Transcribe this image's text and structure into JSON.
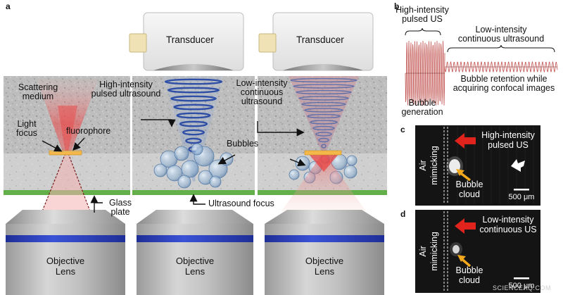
{
  "panels": {
    "a": "a",
    "b": "b",
    "c": "c",
    "d": "d"
  },
  "panel_a": {
    "transducer_left": "Transducer",
    "transducer_right": "Transducer",
    "scattering_medium": [
      "Scattering",
      "medium"
    ],
    "light_focus": [
      "Light",
      "focus"
    ],
    "fluorophore": "fluorophore",
    "glass_plate": [
      "Glass",
      "plate"
    ],
    "high_intensity": [
      "High-intensity",
      "pulsed ultrasound"
    ],
    "bubbles": "Bubbles",
    "low_intensity": [
      "Low-intensity",
      "continuous",
      "ultrasound"
    ],
    "ultrasound_focus": "Ultrasound focus",
    "objective_1": [
      "Objective",
      "Lens"
    ],
    "objective_2": [
      "Objective",
      "Lens"
    ],
    "objective_3": [
      "Objective",
      "Lens"
    ]
  },
  "panel_b": {
    "pulsed": [
      "High-intensity",
      "pulsed US"
    ],
    "continuous": [
      "Low-intensity",
      "continuous ultrasound"
    ],
    "retention": [
      "Bubble retention while",
      "acquiring confocal images"
    ],
    "generation": [
      "Bubble",
      "generation"
    ]
  },
  "panel_c": {
    "air_label": "Air",
    "mimicking_label": "mimicking",
    "us_label": [
      "High-intensity",
      "pulsed US"
    ],
    "bubble_cloud": [
      "Bubble",
      "cloud"
    ],
    "scale_bar": "500 μm"
  },
  "panel_d": {
    "air_label": "Air",
    "mimicking_label": "mimicking",
    "us_label": [
      "Low-intensity",
      "continuous US"
    ],
    "bubble_cloud": [
      "Bubble",
      "cloud"
    ],
    "scale_bar": "500 μm"
  },
  "watermark": "SCIENCEAQ.COM",
  "colors": {
    "red_arrow": "#e0231c",
    "yellow_arrow": "#f2a81d",
    "glass_green": "#63b04a",
    "lens_blue": "#2d3fbf",
    "wave_blue": "#2f4ea5",
    "laser_red": "#e64a3c",
    "waveform_red": "#c0504d"
  }
}
